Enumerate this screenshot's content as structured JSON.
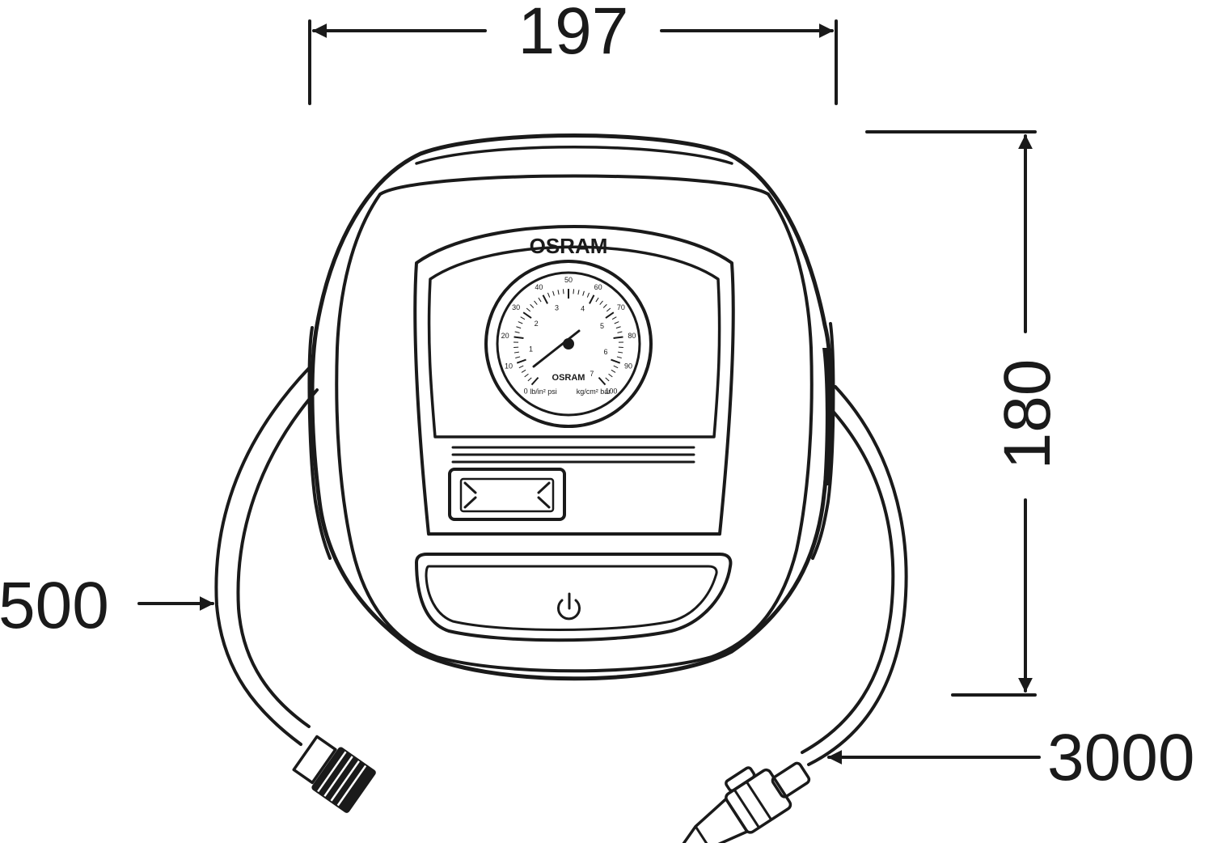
{
  "dimensions": {
    "width": "197",
    "height": "180",
    "hose_length": "500",
    "cable_length": "3000"
  },
  "device": {
    "brand_label": "OSRAM",
    "gauge_brand_label": "OSRAM",
    "gauge_psi_ticks": [
      "0",
      "10",
      "20",
      "30",
      "40",
      "50",
      "60",
      "70",
      "80",
      "90",
      "100"
    ],
    "gauge_bar_ticks": [
      "1",
      "2",
      "3",
      "4",
      "5",
      "6",
      "7"
    ],
    "gauge_unit_left": "lb/in² psi",
    "gauge_unit_right": "kg/cm² bar",
    "power_icon": "power-icon"
  },
  "colors": {
    "line": "#1a1a1a",
    "background": "#ffffff"
  }
}
